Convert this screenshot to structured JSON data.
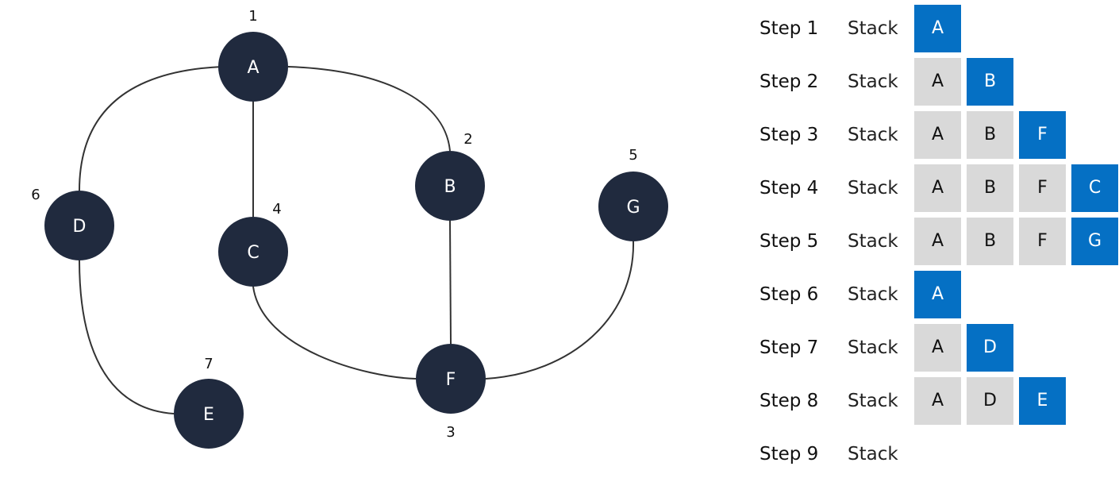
{
  "graph": {
    "nodes": [
      {
        "id": "A",
        "label": "A",
        "order": "1"
      },
      {
        "id": "B",
        "label": "B",
        "order": "2"
      },
      {
        "id": "C",
        "label": "C",
        "order": "4"
      },
      {
        "id": "D",
        "label": "D",
        "order": "6"
      },
      {
        "id": "E",
        "label": "E",
        "order": "7"
      },
      {
        "id": "F",
        "label": "F",
        "order": "3"
      },
      {
        "id": "G",
        "label": "G",
        "order": "5"
      }
    ],
    "edges": [
      {
        "from": "A",
        "to": "B"
      },
      {
        "from": "A",
        "to": "C"
      },
      {
        "from": "A",
        "to": "D"
      },
      {
        "from": "B",
        "to": "F"
      },
      {
        "from": "C",
        "to": "F"
      },
      {
        "from": "F",
        "to": "G"
      },
      {
        "from": "D",
        "to": "E"
      }
    ],
    "colors": {
      "node": "#202a3e",
      "node_text": "#ffffff",
      "edge": "#333333"
    }
  },
  "stack_label": "Stack",
  "steps": [
    {
      "title": "Step 1",
      "stack": [
        "A"
      ]
    },
    {
      "title": "Step 2",
      "stack": [
        "A",
        "B"
      ]
    },
    {
      "title": "Step 3",
      "stack": [
        "A",
        "B",
        "F"
      ]
    },
    {
      "title": "Step 4",
      "stack": [
        "A",
        "B",
        "F",
        "C"
      ]
    },
    {
      "title": "Step 5",
      "stack": [
        "A",
        "B",
        "F",
        "G"
      ]
    },
    {
      "title": "Step 6",
      "stack": [
        "A"
      ]
    },
    {
      "title": "Step 7",
      "stack": [
        "A",
        "D"
      ]
    },
    {
      "title": "Step 8",
      "stack": [
        "A",
        "D",
        "E"
      ]
    },
    {
      "title": "Step 9",
      "stack": []
    }
  ],
  "colors": {
    "top_cell": "#0570c4",
    "cell": "#d9d9d9"
  }
}
